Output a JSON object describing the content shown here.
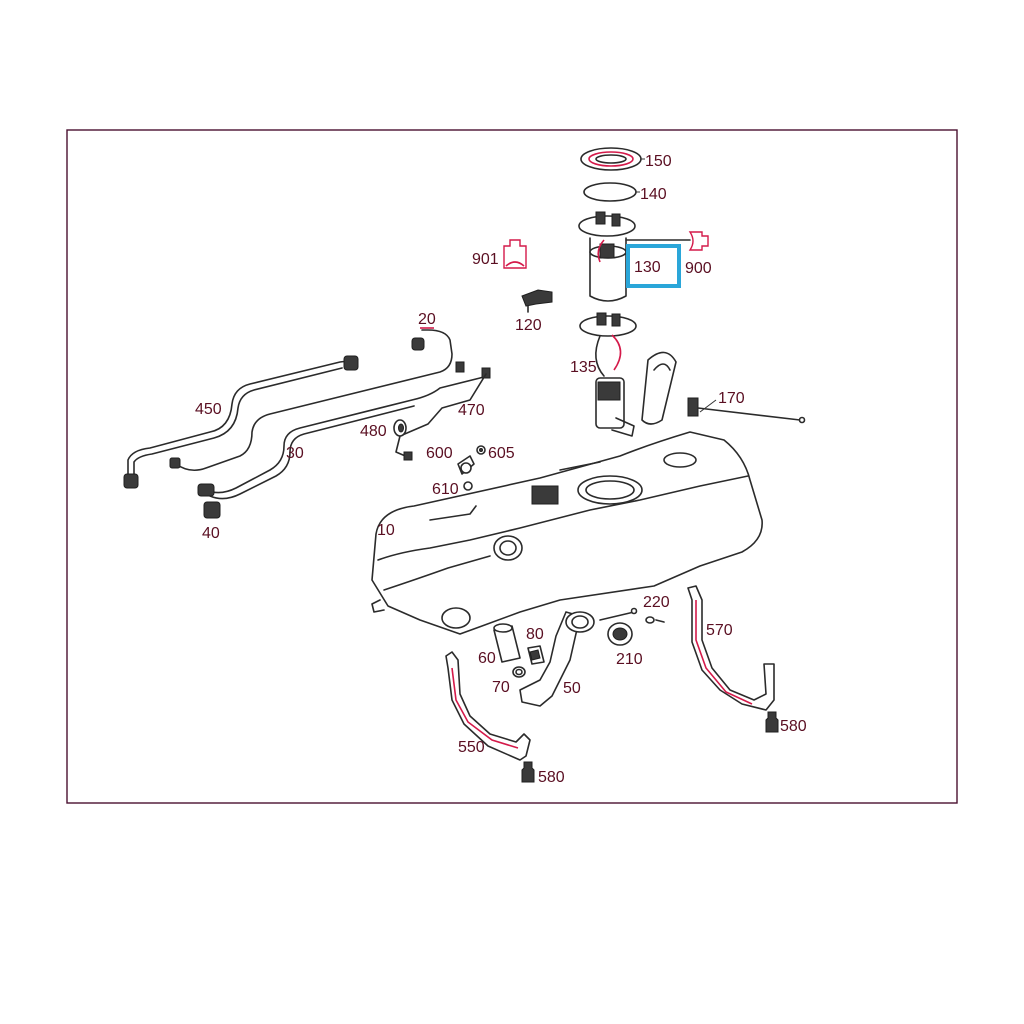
{
  "diagram": {
    "labels": [
      {
        "id": "150",
        "text": "150"
      },
      {
        "id": "140",
        "text": "140"
      },
      {
        "id": "130",
        "text": "130",
        "highlighted": true
      },
      {
        "id": "900",
        "text": "900"
      },
      {
        "id": "901",
        "text": "901"
      },
      {
        "id": "120",
        "text": "120"
      },
      {
        "id": "135",
        "text": "135"
      },
      {
        "id": "170",
        "text": "170"
      },
      {
        "id": "20",
        "text": "20"
      },
      {
        "id": "450",
        "text": "450"
      },
      {
        "id": "470",
        "text": "470"
      },
      {
        "id": "480",
        "text": "480"
      },
      {
        "id": "30",
        "text": "30"
      },
      {
        "id": "600",
        "text": "600"
      },
      {
        "id": "605",
        "text": "605"
      },
      {
        "id": "610",
        "text": "610"
      },
      {
        "id": "40",
        "text": "40"
      },
      {
        "id": "10",
        "text": "10"
      },
      {
        "id": "220",
        "text": "220"
      },
      {
        "id": "80",
        "text": "80"
      },
      {
        "id": "570",
        "text": "570"
      },
      {
        "id": "60",
        "text": "60"
      },
      {
        "id": "210",
        "text": "210"
      },
      {
        "id": "70",
        "text": "70"
      },
      {
        "id": "50",
        "text": "50"
      },
      {
        "id": "580a",
        "text": "580"
      },
      {
        "id": "550",
        "text": "550"
      },
      {
        "id": "580b",
        "text": "580"
      }
    ],
    "highlight_color": "#2aa6d9",
    "label_color": "#5a0f22",
    "accent_color": "#d41a4a"
  }
}
